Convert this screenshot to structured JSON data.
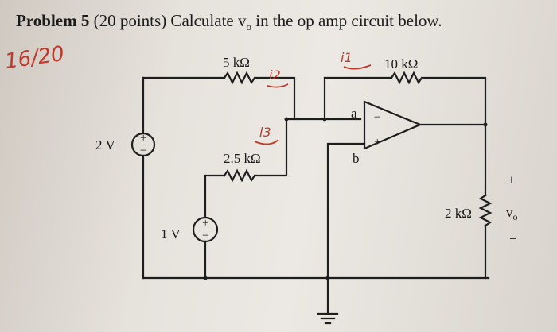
{
  "problem": {
    "lead": "Problem 5",
    "rest": " (20 points) Calculate v",
    "sub": "o",
    "tail": " in the op amp circuit below."
  },
  "handwriting": {
    "score": "16/20",
    "i2": "i2",
    "i3": "i3",
    "i1": "i1"
  },
  "circuit": {
    "source_2v": "2 V",
    "source_1v": "1 V",
    "r_5k": "5 kΩ",
    "r_10k": "10 kΩ",
    "r_2_5k": "2.5 kΩ",
    "r_2k": "2 kΩ",
    "node_a": "a",
    "node_b": "b",
    "minus": "−",
    "plus": "+",
    "vo_plus": "+",
    "vo_label": "v",
    "vo_sub": "o",
    "vo_minus": "−"
  }
}
